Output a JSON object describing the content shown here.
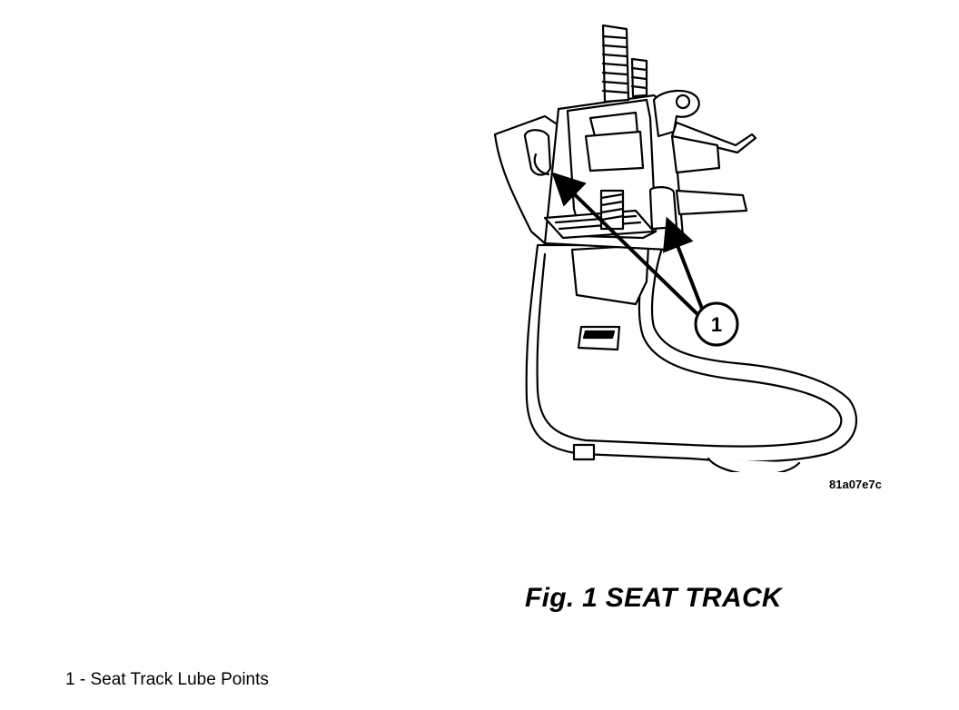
{
  "figure": {
    "code": "81a07e7c",
    "callout": "1",
    "caption": "Fig. 1 SEAT TRACK"
  },
  "legend": {
    "items": [
      {
        "label": "1 - Seat Track Lube Points"
      }
    ]
  }
}
